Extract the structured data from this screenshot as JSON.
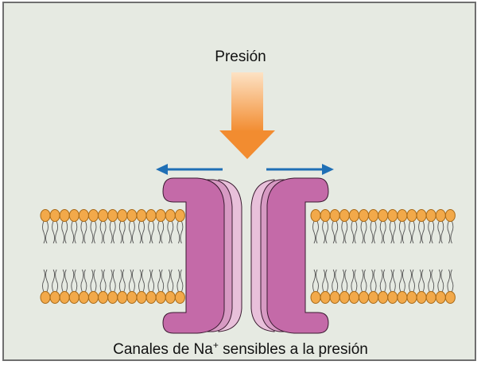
{
  "labels": {
    "pressure": "Presión",
    "caption_pre": "Canales de Na",
    "caption_sup": "+",
    "caption_post": " sensibles a la presión"
  },
  "colors": {
    "background": "#e6eae2",
    "border": "#6f6f6f",
    "lipid_head": "#f2a94a",
    "lipid_head_outline": "#a86a18",
    "lipid_tail": "#555555",
    "arrow_top": "#fde2c4",
    "arrow_bottom": "#f28c30",
    "motion_arrow": "#1f6fb5",
    "channel_front": "#c46aa8",
    "channel_mid": "#d79ac3",
    "channel_back": "#e8c0da",
    "channel_outline": "#3a1a30"
  }
}
